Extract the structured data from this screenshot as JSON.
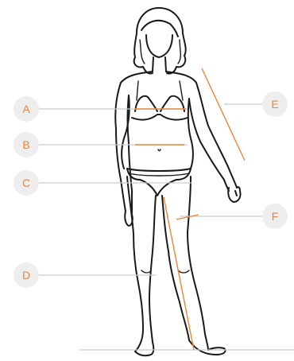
{
  "colors": {
    "accent": "#E8863A",
    "badge_fill": "#EEEEEE",
    "guide_line": "#CCCCCC",
    "outline": "#1A1A1A"
  },
  "figure": {
    "icon": "female-figure-outline-icon"
  },
  "markers": [
    {
      "id": "a",
      "label": "A",
      "measurement": "bust"
    },
    {
      "id": "b",
      "label": "B",
      "measurement": "waist"
    },
    {
      "id": "c",
      "label": "C",
      "measurement": "hips"
    },
    {
      "id": "d",
      "label": "D",
      "measurement": "inseam"
    },
    {
      "id": "e",
      "label": "E",
      "measurement": "arm-length"
    },
    {
      "id": "f",
      "label": "F",
      "measurement": "thigh"
    }
  ]
}
